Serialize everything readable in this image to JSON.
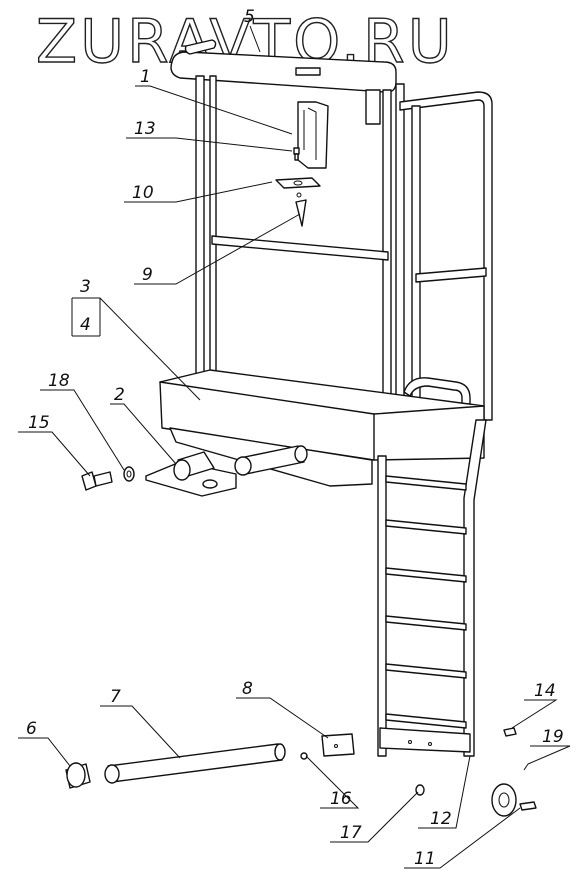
{
  "watermark": "ZURAVTO.RU",
  "callouts": {
    "c1": "1",
    "c2": "2",
    "c3": "3",
    "c4": "4",
    "c5": "5",
    "c6": "6",
    "c7": "7",
    "c8": "8",
    "c9": "9",
    "c10": "10",
    "c11": "11",
    "c12": "12",
    "c13": "13",
    "c14": "14",
    "c15": "15",
    "c16": "16",
    "c17": "17",
    "c18": "18",
    "c19": "19"
  }
}
